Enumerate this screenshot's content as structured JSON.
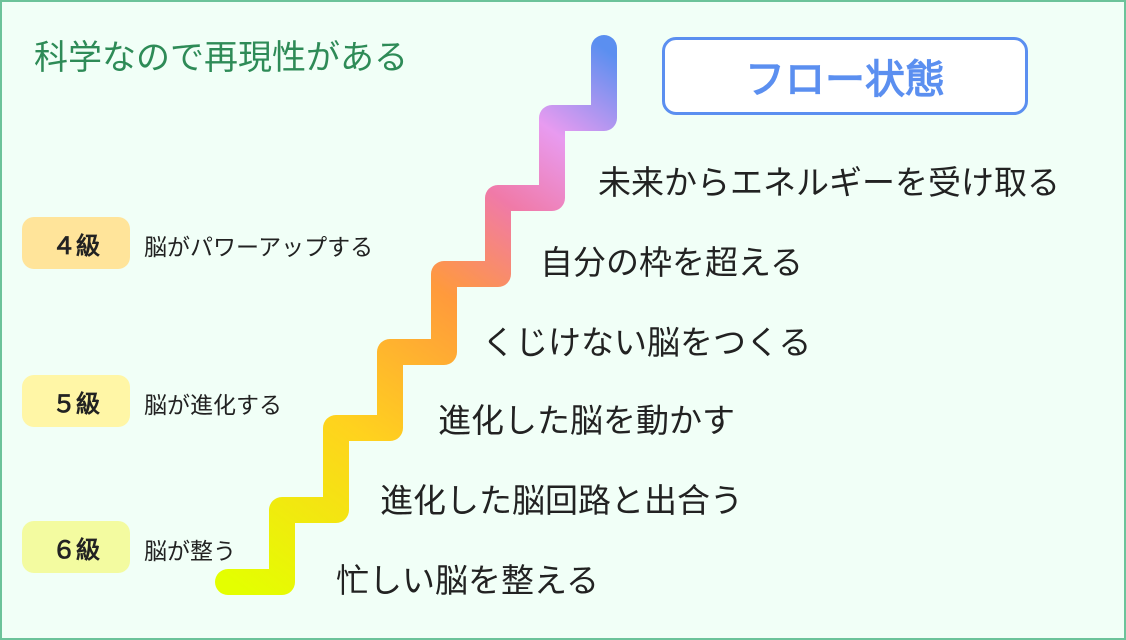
{
  "headline": "科学なので再現性がある",
  "flow_state": "フロー状態",
  "steps": [
    "忙しい脳を整える",
    "進化した脳回路と出合う",
    "進化した脳を動かす",
    "くじけない脳をつくる",
    "自分の枠を超える",
    "未来からエネルギーを受け取る"
  ],
  "levels": [
    {
      "badge": "４級",
      "desc": "脳がパワーアップする",
      "color": "#ffe49a"
    },
    {
      "badge": "５級",
      "desc": "脳が進化する",
      "color": "#fff6a6"
    },
    {
      "badge": "６級",
      "desc": "脳が整う",
      "color": "#f3fba0"
    }
  ],
  "colors": {
    "accent_green": "#2e8b57",
    "accent_blue": "#5b8ff0",
    "stair_gradient": [
      "#e4ff00",
      "#ffd21e",
      "#ff9a3c",
      "#f07aa8",
      "#e89bf0",
      "#5b8ff0"
    ]
  }
}
